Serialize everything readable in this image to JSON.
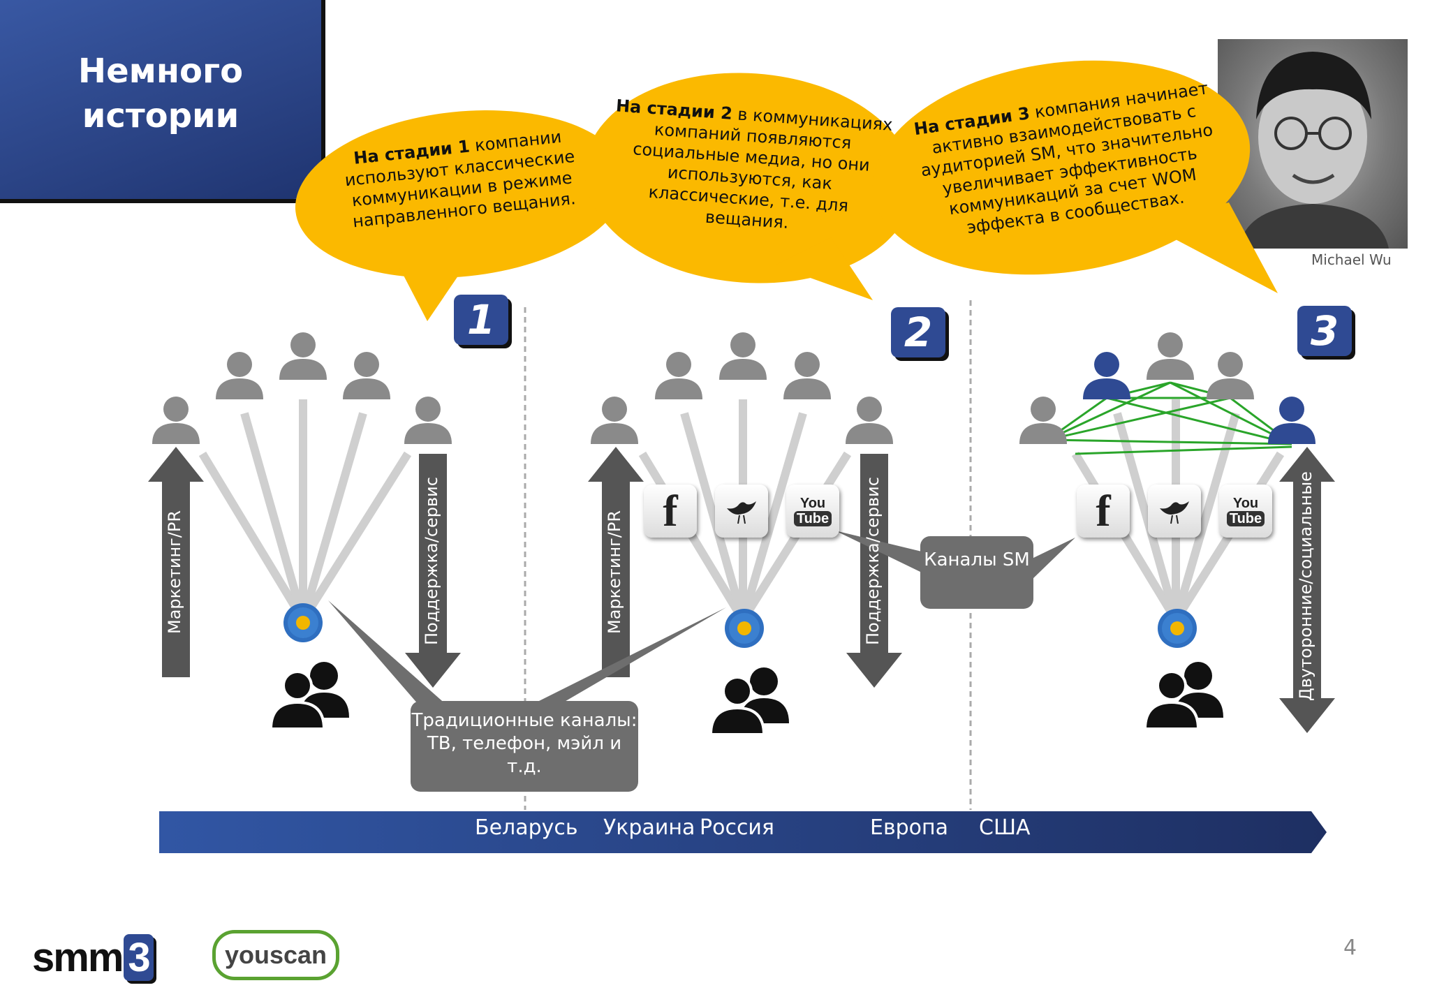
{
  "header": {
    "title": "Немного\nистории"
  },
  "stages": {
    "s1": {
      "number": "1",
      "bold": "На стадии 1",
      "text": " компании используют классические коммуникации в режиме направленного вещания."
    },
    "s2": {
      "number": "2",
      "bold": "На стадии 2",
      "text": " в коммуникациях компаний появляются социальные медиа, но они используются, как классические, т.е. для вещания."
    },
    "s3": {
      "number": "3",
      "bold": "На стадии 3",
      "text": " компания начинает активно взаимодействовать с аудиторией SM, что значительно увеличивает эффективность коммуникаций за счет WOM эффекта в сообществах."
    }
  },
  "author": "Michael Wu",
  "labels": {
    "marketing": "Маркетинг/PR",
    "support": "Поддержка/сервис",
    "two_way": "Двуторонние/социальные"
  },
  "boxes": {
    "traditional": "Традиционные каналы: ТВ, телефон, мэйл и т.д.",
    "sm_channels": "Каналы SM"
  },
  "icons": {
    "facebook": "f",
    "youtube_top": "You",
    "youtube_bottom": "Tube"
  },
  "timeline": {
    "belarus": "Беларусь",
    "ukraine": "Украина",
    "russia": "Россия",
    "europe": "Европа",
    "usa": "США"
  },
  "footer": {
    "logo_smm": "smm",
    "logo_smm_3": "3",
    "logo_youscan": "youscan",
    "page_number": "4"
  },
  "colors": {
    "accent_blue": "#2f4a93",
    "bubble_yellow": "#fbb900",
    "gray": "#6e6e6e",
    "green_link": "#2aa52a"
  }
}
